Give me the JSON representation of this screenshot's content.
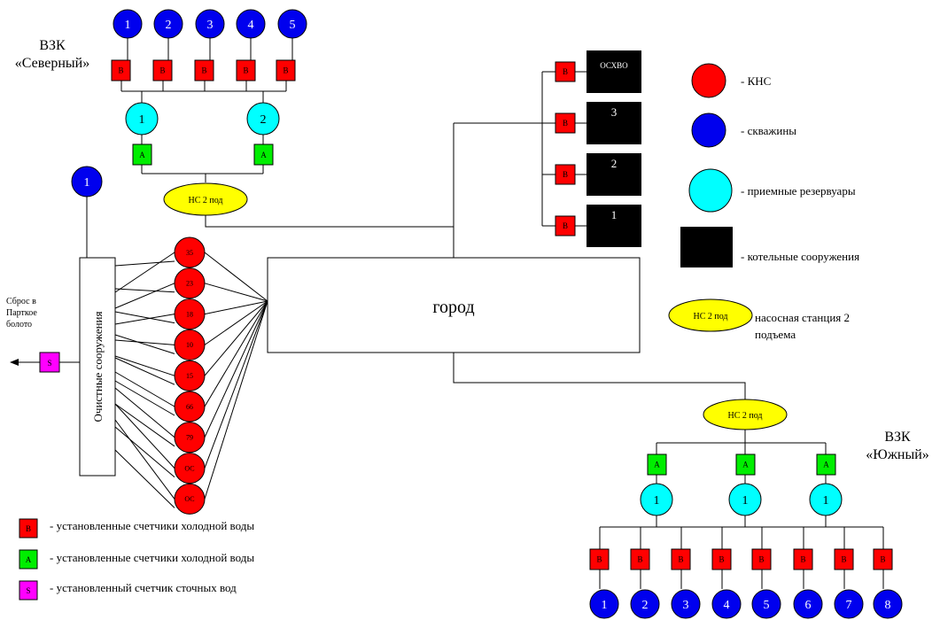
{
  "colors": {
    "kns": "#ff0000",
    "well": "#0000ee",
    "reservoir": "#00ffff",
    "boiler": "#000000",
    "pump_station": "#ffff00",
    "meter_b": "#ff0000",
    "meter_a": "#00ee00",
    "meter_s": "#ff00ff",
    "line": "#000000"
  },
  "north": {
    "title_line1": "ВЗК",
    "title_line2": "«Северный»",
    "wells": [
      "1",
      "2",
      "3",
      "4",
      "5"
    ],
    "well_meters": [
      "B",
      "B",
      "B",
      "B",
      "B"
    ],
    "reservoirs": [
      "1",
      "2"
    ],
    "reservoir_meters": [
      "A",
      "A"
    ],
    "pump_station": "НС 2 под"
  },
  "south": {
    "title_line1": "ВЗК",
    "title_line2": "«Южный»",
    "pump_station": "НС 2 под",
    "reservoir_meters": [
      "A",
      "A",
      "A"
    ],
    "reservoirs": [
      "1",
      "1",
      "1"
    ],
    "well_meters": [
      "B",
      "B",
      "B",
      "B",
      "B",
      "B",
      "B",
      "B"
    ],
    "wells": [
      "1",
      "2",
      "3",
      "4",
      "5",
      "6",
      "7",
      "8"
    ]
  },
  "city": {
    "label": "город"
  },
  "boilers": {
    "items": [
      {
        "label": "ОСХВО",
        "meter": "B"
      },
      {
        "label": "3",
        "meter": "B"
      },
      {
        "label": "2",
        "meter": "B"
      },
      {
        "label": "1",
        "meter": "B"
      }
    ]
  },
  "treatment": {
    "label": "Очистные сооружения",
    "well": "1",
    "meter": "S",
    "discharge_line1": "Сброс в",
    "discharge_line2": "Парткое",
    "discharge_line3": "болото"
  },
  "kns_stations": [
    "35",
    "23",
    "18",
    "10",
    "15",
    "66",
    "79",
    "ОС",
    "ОС"
  ],
  "legend_right": {
    "kns": "- КНС",
    "wells": "- скважины",
    "reservoirs": "- приемные резервуары",
    "boilers": "- котельные сооружения",
    "ps_symbol": "НС 2 под",
    "ps_line1": "насосная станция 2",
    "ps_line2": "подъема"
  },
  "legend_bottom": {
    "meter_b_symbol": "B",
    "meter_b": "- установленные счетчики холодной воды",
    "meter_a_symbol": "A",
    "meter_a": "- установленные счетчики холодной воды",
    "meter_s_symbol": "S",
    "meter_s": "- установленный счетчик сточных вод"
  }
}
